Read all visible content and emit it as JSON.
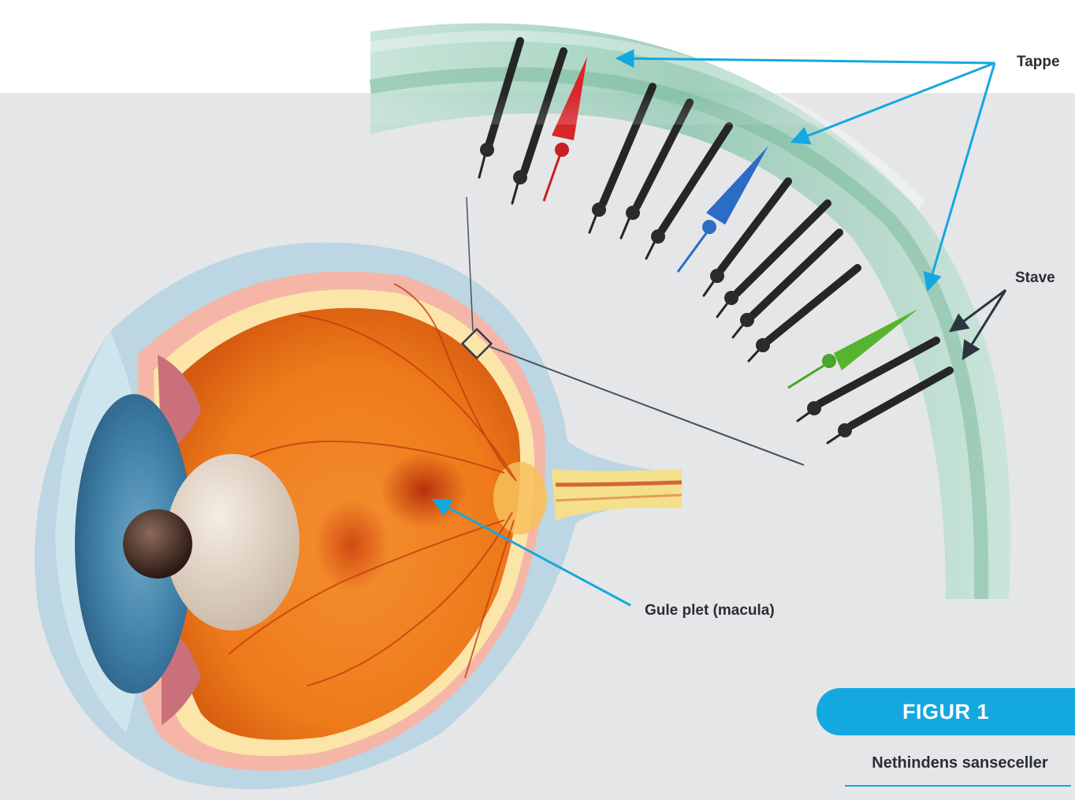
{
  "labels": {
    "cones": "Tappe",
    "rods": "Stave",
    "macula": "Gule plet (macula)"
  },
  "figure": {
    "badge": "FIGUR 1",
    "caption": "Nethindens sanseceller"
  },
  "colors": {
    "accent": "#14a8e0",
    "background": "#e5e6e8",
    "retina_orange": "#e8731c",
    "cone_red": "#d8262b",
    "cone_blue": "#2a6cc6",
    "cone_green": "#55b52f",
    "rod": "#2b2b2b"
  }
}
